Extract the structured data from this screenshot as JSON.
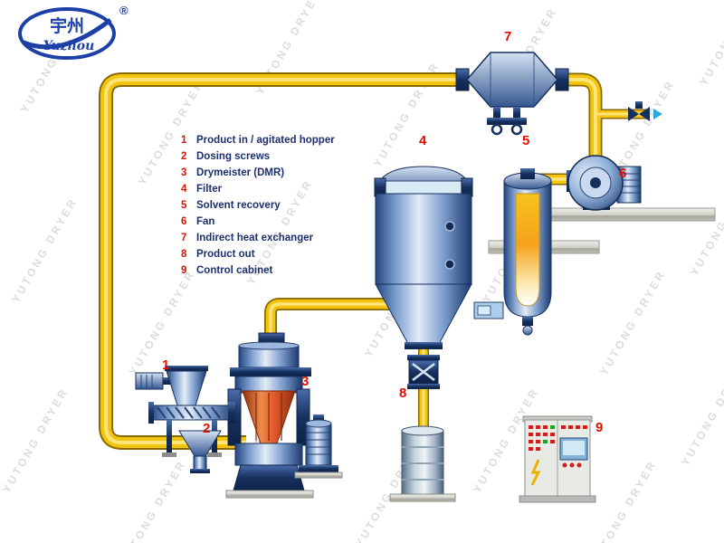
{
  "logo": {
    "brand_chinese": "宇州",
    "brand_script": "Yuzhou",
    "registered_mark": "®"
  },
  "watermark": {
    "text": "YUTONG DRYER"
  },
  "legend": {
    "items": [
      {
        "num": "1",
        "label": "Product in / agitated hopper"
      },
      {
        "num": "2",
        "label": "Dosing screws"
      },
      {
        "num": "3",
        "label": "Drymeister (DMR)"
      },
      {
        "num": "4",
        "label": "Filter"
      },
      {
        "num": "5",
        "label": "Solvent recovery"
      },
      {
        "num": "6",
        "label": "Fan"
      },
      {
        "num": "7",
        "label": "Indirect heat exchanger"
      },
      {
        "num": "8",
        "label": "Product out"
      },
      {
        "num": "9",
        "label": "Control cabinet"
      }
    ]
  },
  "colors": {
    "pipe_yellow": "#f2c40e",
    "pipe_edge": "#8a6800",
    "equipment_blue": "#5b82c2",
    "equipment_navy": "#16305e",
    "mill_orange": "#e2592a",
    "glow_yellow": "#f5a21b",
    "number_red": "#e01000",
    "legend_navy": "#1c2f6e",
    "watermark_gray": "#dcdcdc"
  }
}
